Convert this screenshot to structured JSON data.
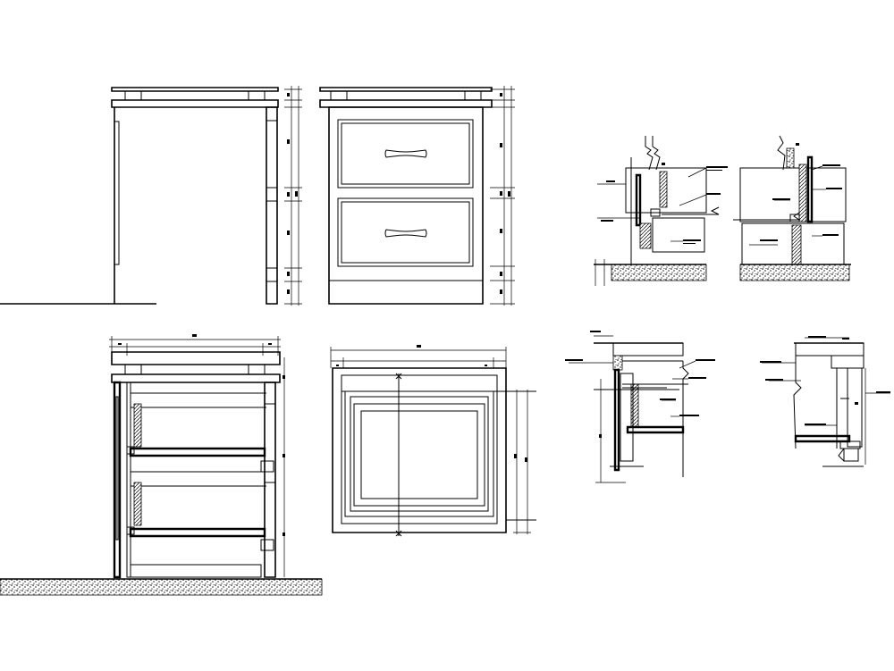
{
  "drawing": {
    "colors": {
      "line": "#000000",
      "background": "#ffffff"
    },
    "views": [
      "side-elevation",
      "front-elevation",
      "section",
      "plan",
      "detail-top-left",
      "detail-top-right",
      "detail-bottom-left",
      "detail-bottom-right"
    ]
  }
}
